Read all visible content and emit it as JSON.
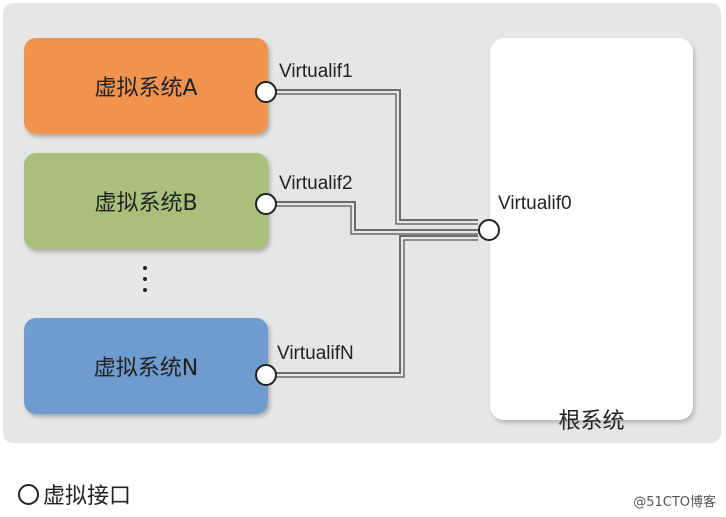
{
  "virtual_systems": [
    {
      "label": "虚拟系统A",
      "color": "#f0934f",
      "interface": "Virtualif1"
    },
    {
      "label": "虚拟系统B",
      "color": "#a9c07a",
      "interface": "Virtualif2"
    },
    {
      "label": "虚拟系统N",
      "color": "#6e9cce",
      "interface": "VirtualifN"
    }
  ],
  "ellipsis": "⋮",
  "root_system": {
    "label": "根系统",
    "interface": "Virtualif0"
  },
  "legend": {
    "label": "虚拟接口"
  },
  "watermark": "@51CTO博客",
  "colors": {
    "panel": "#e6e6e6",
    "wire": "#6b6b6b"
  }
}
